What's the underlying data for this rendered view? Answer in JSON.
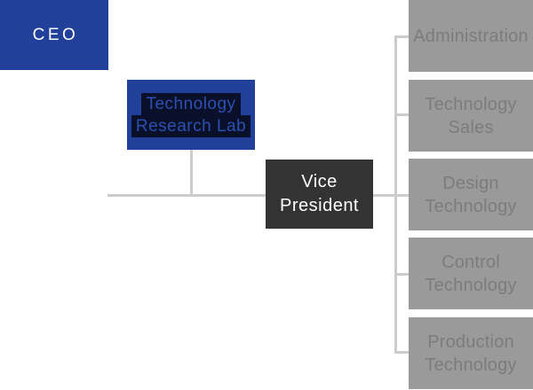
{
  "diagram": {
    "colors": {
      "primary_blue": "#21409a",
      "charcoal": "#333333",
      "dept_gray": "#9a9a9a",
      "dept_text_gray": "#7c7c7c",
      "connector_gray": "#cccccc",
      "lab_text_blue": "#2b51b0",
      "lab_highlight_dark": "#0a102a",
      "white_text": "#ffffff"
    },
    "ceo": {
      "label": "CEO"
    },
    "research_lab": {
      "label": "Technology Research Lab",
      "line1": "Technology",
      "line2": "Research Lab"
    },
    "vice_president": {
      "label": "Vice President"
    },
    "departments": [
      {
        "label": "Administration"
      },
      {
        "label": "Technology Sales"
      },
      {
        "label": "Design Technology"
      },
      {
        "label": "Control Technology"
      },
      {
        "label": "Production Technology"
      }
    ]
  }
}
